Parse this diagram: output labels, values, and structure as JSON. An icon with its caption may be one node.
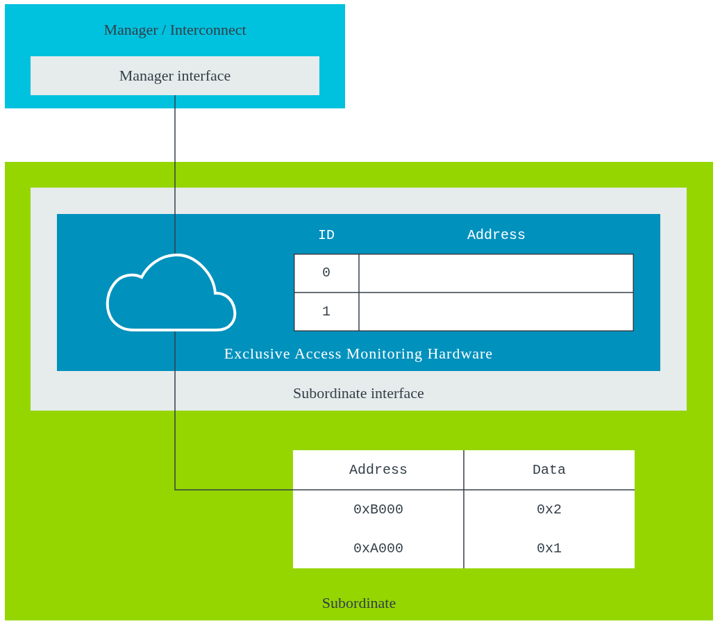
{
  "diagram": {
    "nodes": [
      {
        "text": [
          "Manager / Interconnect"
        ]
      },
      {
        "text": [
          "Manager interface"
        ],
        "in": 0
      },
      {
        "text": [
          "Subordinate"
        ]
      },
      {
        "text": [
          "Subordinate interface"
        ],
        "in": 2
      },
      {
        "text": [
          "Exclusive Access Monitoring Hardware"
        ],
        "in": 3
      },
      {
        "text": [],
        "shape": "cloud",
        "in": 4
      },
      {
        "text": [],
        "shape": "table",
        "in": 2
      }
    ],
    "edges": [
      {
        "from": 1,
        "to": 5,
        "arrow": "none"
      },
      {
        "from": 5,
        "to": 6,
        "arrow": "none"
      }
    ],
    "labels": [
      "ID",
      "Address",
      "0",
      "1",
      "Address",
      "Data",
      "0xB000",
      "0x2",
      "0xA000",
      "0x1"
    ]
  }
}
